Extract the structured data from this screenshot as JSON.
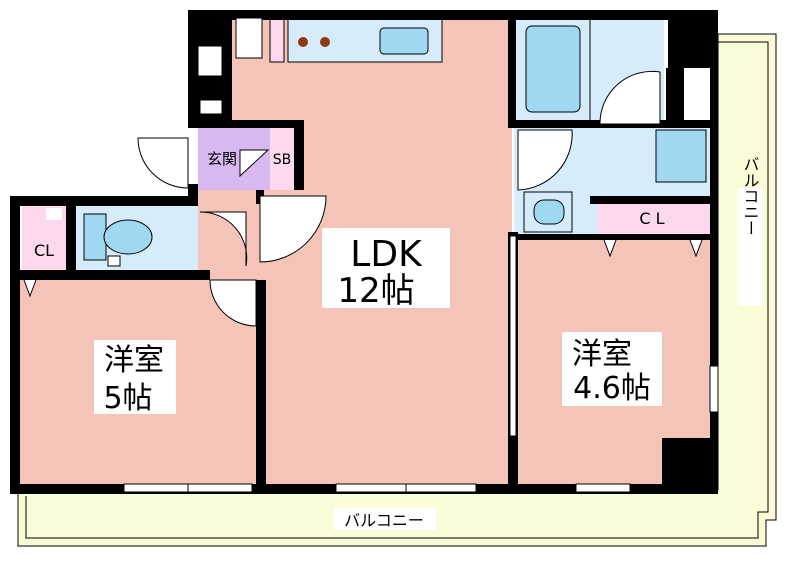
{
  "rooms": {
    "ldk": {
      "name": "LDK",
      "size": "12帖"
    },
    "western_5": {
      "name": "洋室",
      "size": "5帖"
    },
    "western_46": {
      "name": "洋室",
      "size": "4.6帖"
    },
    "entrance": {
      "name": "玄関"
    },
    "shoe_box": {
      "name": "SB"
    },
    "closet_left": {
      "name": "CL"
    },
    "closet_right": {
      "name": "C L"
    },
    "balcony_bottom": {
      "name": "バルコニー"
    },
    "balcony_right": {
      "name": "バルコニー"
    }
  },
  "colors": {
    "room": "#f4c4b8",
    "wet_area": "#d6ecfa",
    "fixture": "#9fd8f0",
    "closet": "#fbd8ec",
    "entrance": "#d8b8f0",
    "balcony": "#fbfbd8",
    "wall": "#000000",
    "stove_burner": "#8b3a12"
  }
}
